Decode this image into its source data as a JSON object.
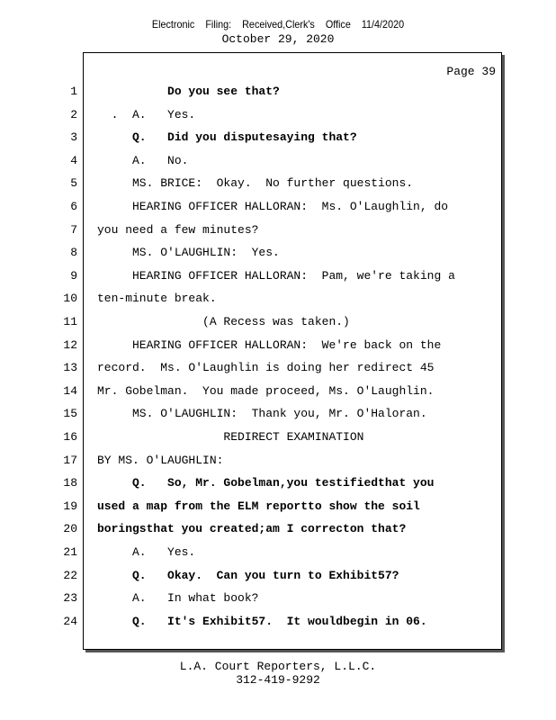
{
  "header": {
    "filing": "Electronic   Filing:   Received,Clerk's   Office   11/4/2020",
    "date": "October 29, 2020"
  },
  "page_label": "Page 39",
  "lines": [
    {
      "n": "1",
      "t": "          Do you see that?",
      "b": true
    },
    {
      "n": "2",
      "t": "  .  A.   Yes.",
      "b": false
    },
    {
      "n": "3",
      "t": "     Q.   Did you disputesaying that?",
      "b": true
    },
    {
      "n": "4",
      "t": "     A.   No.",
      "b": false
    },
    {
      "n": "5",
      "t": "     MS. BRICE:  Okay.  No further questions.",
      "b": false
    },
    {
      "n": "6",
      "t": "     HEARING OFFICER HALLORAN:  Ms. O'Laughlin, do",
      "b": false
    },
    {
      "n": "7",
      "t": "you need a few minutes?",
      "b": false
    },
    {
      "n": "8",
      "t": "     MS. O'LAUGHLIN:  Yes.",
      "b": false
    },
    {
      "n": "9",
      "t": "     HEARING OFFICER HALLORAN:  Pam, we're taking a",
      "b": false
    },
    {
      "n": "10",
      "t": "ten-minute break.",
      "b": false
    },
    {
      "n": "11",
      "t": "               (A Recess was taken.)",
      "b": false
    },
    {
      "n": "12",
      "t": "     HEARING OFFICER HALLORAN:  We're back on the",
      "b": false
    },
    {
      "n": "13",
      "t": "record.  Ms. O'Laughlin is doing her redirect 45",
      "b": false
    },
    {
      "n": "14",
      "t": "Mr. Gobelman.  You made proceed, Ms. O'Laughlin.",
      "b": false
    },
    {
      "n": "15",
      "t": "     MS. O'LAUGHLIN:  Thank you, Mr. O'Haloran.",
      "b": false
    },
    {
      "n": "16",
      "t": "                  REDIRECT EXAMINATION",
      "b": false
    },
    {
      "n": "17",
      "t": "BY MS. O'LAUGHLIN:",
      "b": false
    },
    {
      "n": "18",
      "t": "     Q.   So, Mr. Gobelman,you testifiedthat you",
      "b": true
    },
    {
      "n": "19",
      "t": "used a map from the ELM reportto show the soil",
      "b": true
    },
    {
      "n": "20",
      "t": "boringsthat you created;am I correcton that?",
      "b": true
    },
    {
      "n": "21",
      "t": "     A.   Yes.",
      "b": false
    },
    {
      "n": "22",
      "t": "     Q.   Okay.  Can you turn to Exhibit57?",
      "b": true
    },
    {
      "n": "23",
      "t": "     A.   In what book?",
      "b": false
    },
    {
      "n": "24",
      "t": "     Q.   It's Exhibit57.  It wouldbegin in 06.",
      "b": true
    }
  ],
  "footer": {
    "company": "L.A. Court Reporters, L.L.C.",
    "phone": "312-419-9292"
  }
}
